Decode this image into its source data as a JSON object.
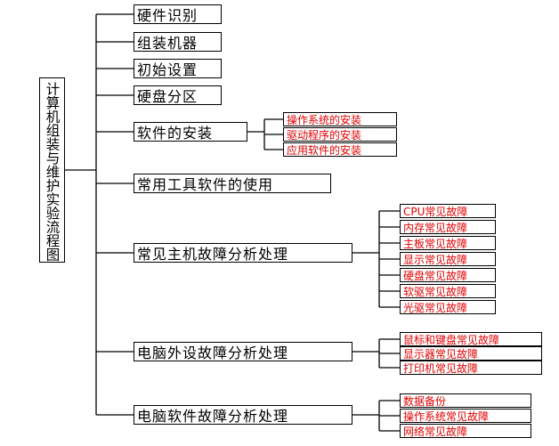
{
  "root": "计算机组装与维护实验流程图",
  "categories": [
    {
      "label": "硬件识别",
      "children": []
    },
    {
      "label": "组装机器",
      "children": []
    },
    {
      "label": "初始设置",
      "children": []
    },
    {
      "label": "硬盘分区",
      "children": []
    },
    {
      "label": "软件的安装",
      "children": [
        "操作系统的安装",
        "驱动程序的安装",
        "应用软件的安装"
      ]
    },
    {
      "label": "常用工具软件的使用",
      "children": []
    },
    {
      "label": "常见主机故障分析处理",
      "children": [
        "CPU常见故障",
        "内存常见故障",
        "主板常见故障",
        "显示常见故障",
        "硬盘常见故障",
        "软驱常见故障",
        "光驱常见故障"
      ]
    },
    {
      "label": "电脑外设故障分析处理",
      "children": [
        "鼠标和键盘常见故障",
        "显示器常见故障",
        "打印机常见故障"
      ]
    },
    {
      "label": "电脑软件故障分析处理",
      "children": [
        "数据备份",
        "操作系统常见故障",
        "网络常见故障"
      ]
    }
  ],
  "colors": {
    "line": "#000000",
    "child_text": "#e00000",
    "main_text": "#000000"
  }
}
